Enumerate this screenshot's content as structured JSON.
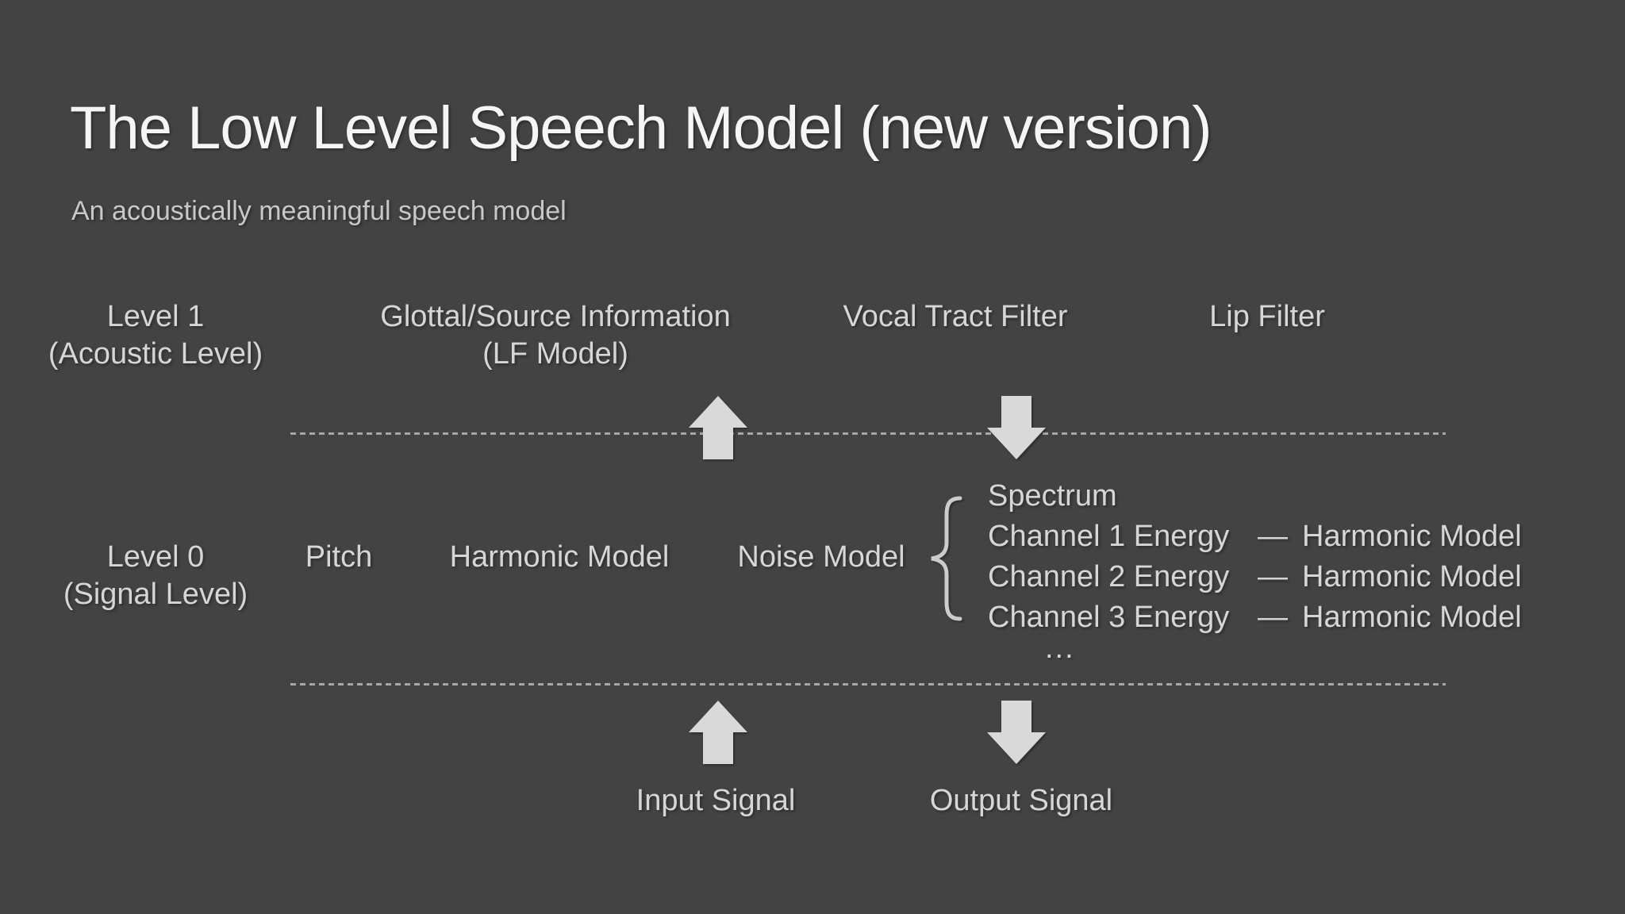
{
  "slide": {
    "title": "The Low Level Speech Model (new version)",
    "subtitle": "An acoustically meaningful speech model"
  },
  "colors": {
    "background": "#434343",
    "title_text": "#f5f5f5",
    "body_text": "#d6d6d6",
    "subtitle_text": "#c8c8c8",
    "dashed_line": "#a6a6a6",
    "arrow_fill": "#d9d9d9",
    "brace": "#cccccc"
  },
  "level1": {
    "row_label": {
      "line1": "Level 1",
      "line2": "(Acoustic Level)"
    },
    "glottal": {
      "line1": "Glottal/Source Information",
      "line2": "(LF Model)"
    },
    "vocal_tract": "Vocal Tract Filter",
    "lip_filter": "Lip Filter"
  },
  "level0": {
    "row_label": {
      "line1": "Level 0",
      "line2": "(Signal Level)"
    },
    "pitch": "Pitch",
    "harmonic_model": "Harmonic Model",
    "noise_model": "Noise Model"
  },
  "spectrum": {
    "heading": "Spectrum",
    "channels": [
      {
        "name": "Channel 1 Energy",
        "separator": "—",
        "model": "Harmonic Model"
      },
      {
        "name": "Channel 2 Energy",
        "separator": "—",
        "model": "Harmonic Model"
      },
      {
        "name": "Channel 3 Energy",
        "separator": "—",
        "model": "Harmonic Model"
      }
    ],
    "ellipsis": "..."
  },
  "signals": {
    "input": "Input Signal",
    "output": "Output Signal"
  },
  "icons": {
    "top_up_arrow": "block-arrow-up",
    "top_down_arrow": "block-arrow-down",
    "bottom_up_arrow": "block-arrow-up",
    "bottom_down_arrow": "block-arrow-down",
    "brace": "left-curly-brace"
  }
}
